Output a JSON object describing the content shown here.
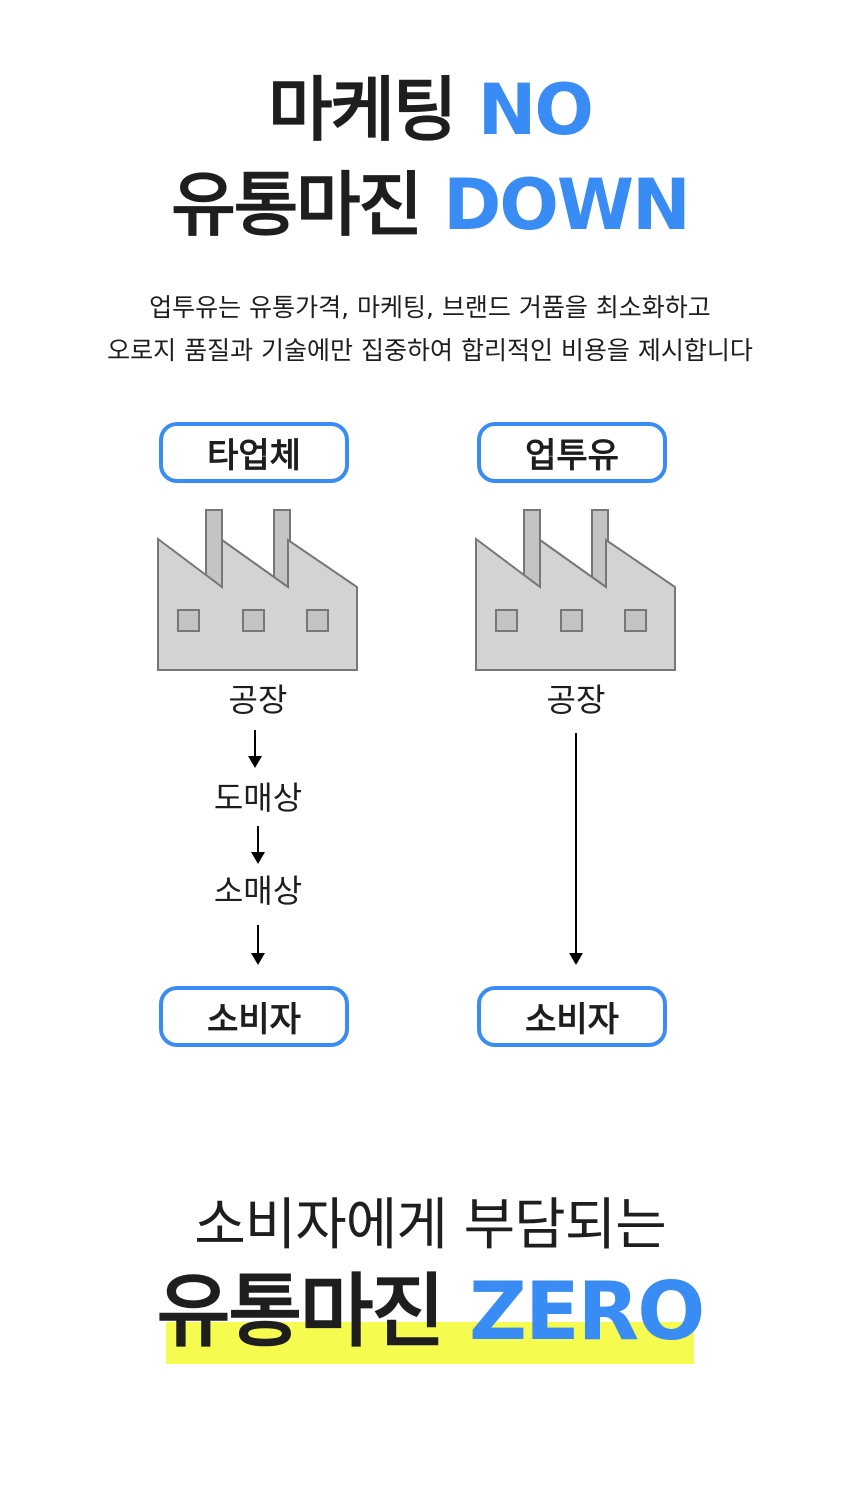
{
  "headline": {
    "line1_ko": "마케팅",
    "line1_en": "NO",
    "line2_ko": "유통마진",
    "line2_en": "DOWN"
  },
  "description": {
    "line1": "업투유는 유통가격, 마케팅, 브랜드 거품을 최소화하고",
    "line2": "오로지 품질과 기술에만 집중하여 합리적인 비용을 제시합니다"
  },
  "comparison": {
    "left": {
      "title": "타업체",
      "steps": [
        "공장",
        "도매상",
        "소매상"
      ],
      "end": "소비자"
    },
    "right": {
      "title": "업투유",
      "steps": [
        "공장"
      ],
      "end": "소비자"
    }
  },
  "closing": {
    "line1": "소비자에게 부담되는",
    "line2_ko": "유통마진",
    "line2_en": "ZERO"
  },
  "colors": {
    "accent": "#3a8cf5",
    "highlight": "#f5fc4f",
    "text": "#1e1e1e"
  }
}
